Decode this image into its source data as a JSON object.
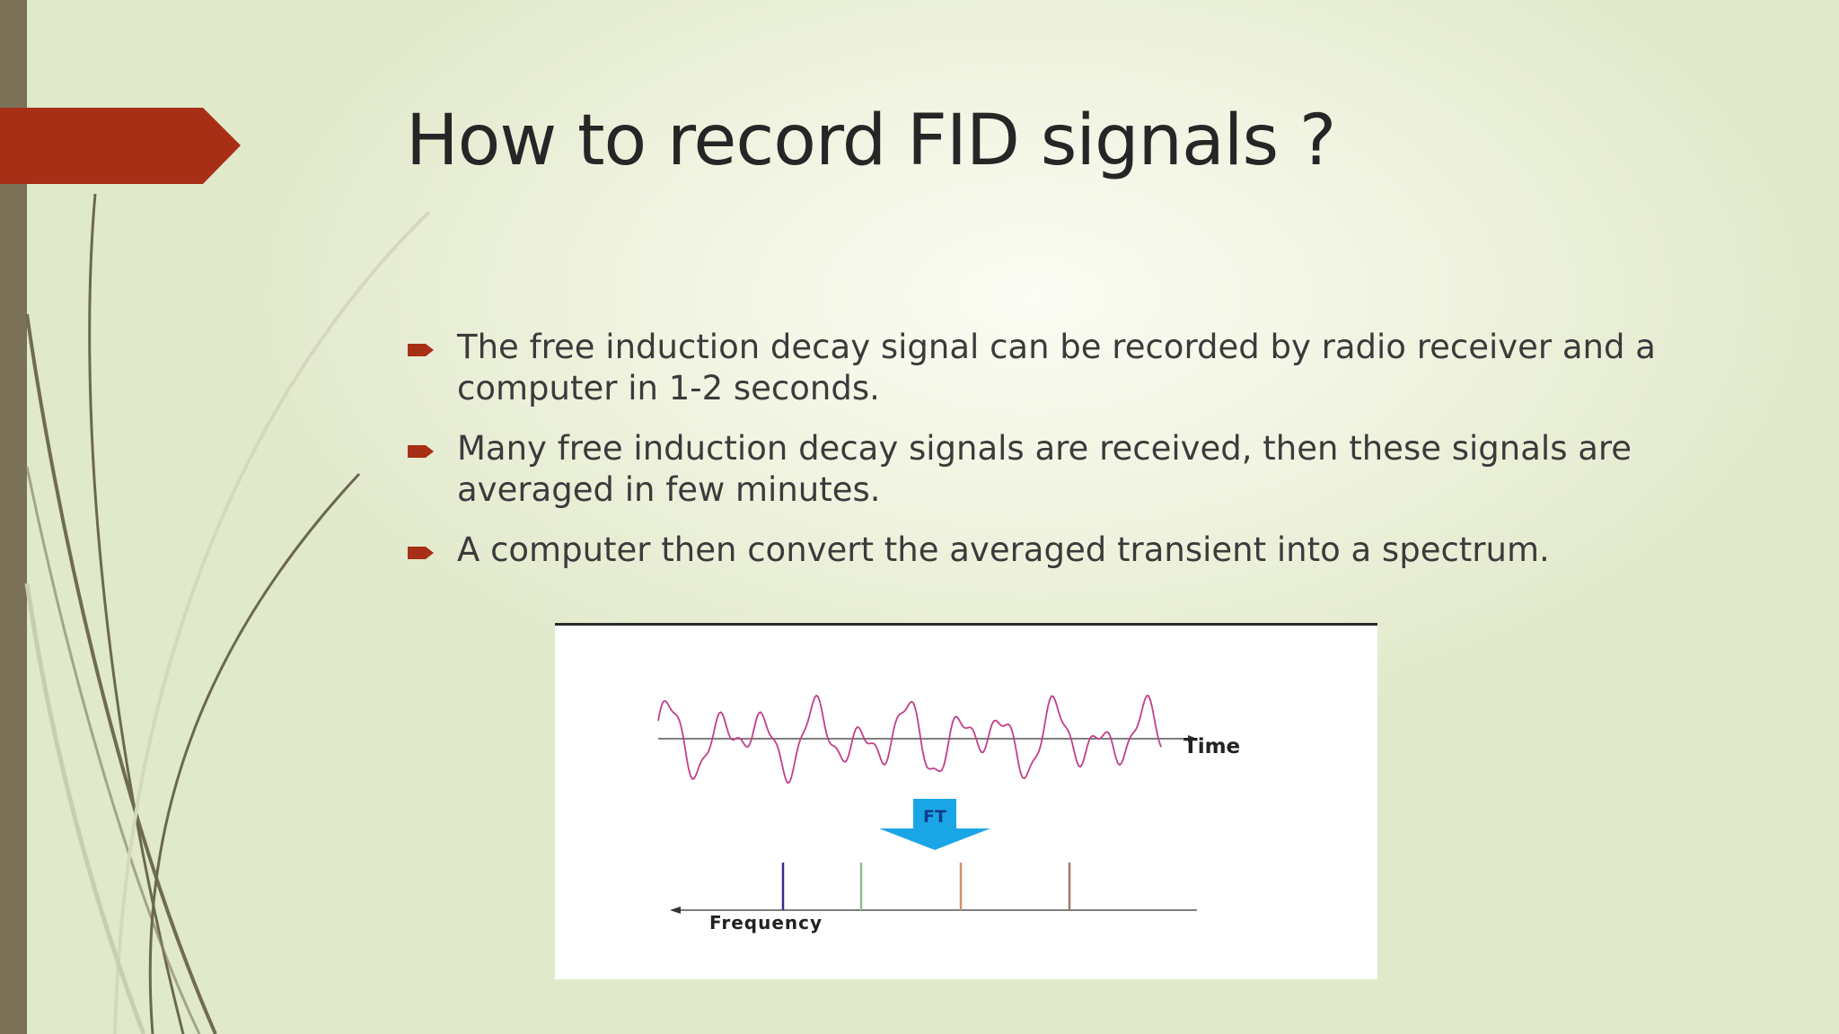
{
  "slide": {
    "title": "How to record FID signals ?",
    "accent_color": "#a72f16",
    "bullets": [
      "The free induction decay signal can be recorded by radio receiver and a computer in 1-2 seconds.",
      "Many free induction decay signals are received, then these signals are averaged in few minutes.",
      "A computer then convert the averaged transient into a spectrum."
    ]
  },
  "figure": {
    "time_label": "Time",
    "ft_label": "FT",
    "frequency_label": "Frequency",
    "peak_colors": [
      "#3a2b90",
      "#8fbf8a",
      "#d0906a",
      "#a07868"
    ],
    "signal_color": "#c0408a",
    "arrow_color": "#1aa6e6"
  }
}
